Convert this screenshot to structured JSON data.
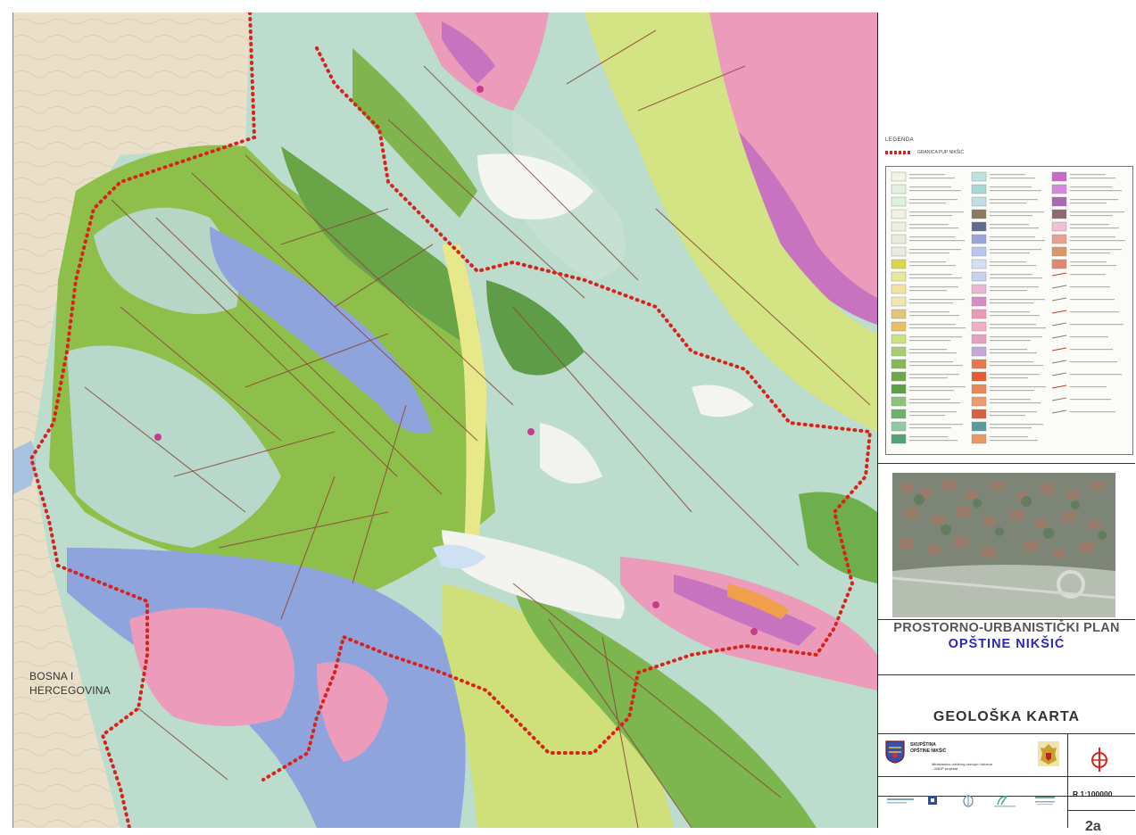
{
  "map": {
    "labels": {
      "country": "BOSNA I",
      "country_line2": "HERCEGOVINA"
    },
    "colors": {
      "background": "#eadfc8",
      "pale_blue_green": "#bcdccd",
      "green": "#8fbf4b",
      "dark_green": "#69a447",
      "yellow_green": "#cfe07a",
      "yellow": "#e7e88a",
      "blue": "#8fa4dc",
      "pink": "#ec9cba",
      "magenta": "#c873c0",
      "boundary": "#d8231c",
      "faults": "#8a4a3a"
    }
  },
  "panel": {
    "legend": {
      "title": "LEGENDA",
      "boundary_label": "GRANICA PUP NIKŠIĆ",
      "swatch_colors": [
        "#f4f3e4",
        "#e4efe0",
        "#dfeede",
        "#f2f0e0",
        "#f0eedc",
        "#ecebd8",
        "#eaeae0",
        "#d8d84a",
        "#e8e89a",
        "#efe4a5",
        "#f2e6b2",
        "#e3c57b",
        "#e8c060",
        "#cfe085",
        "#a8cc74",
        "#87b858",
        "#6ea84a",
        "#5d9e4a",
        "#8cc47c",
        "#6cb06c",
        "#94c8a4",
        "#54a07c"
      ],
      "swatch_colors_col2": [
        "#bde3e0",
        "#a8d8d4",
        "#c3dde4",
        "#8a7a62",
        "#5d6b8c",
        "#9aa6d8",
        "#b8c6ee",
        "#d4def4",
        "#c9d1ee",
        "#e8b8d4",
        "#d88cc4",
        "#e89ab8",
        "#f0b0c8",
        "#e6a0c0",
        "#c4a8d8",
        "#e8784a",
        "#e85a30",
        "#e88858",
        "#f09a6a",
        "#d86040",
        "#5a9a9a",
        "#e89a60"
      ],
      "swatch_colors_col3": [
        "#c86ac8",
        "#d48ad8",
        "#a86ab0",
        "#8c6a74",
        "#f0c0d8",
        "#e8a090",
        "#d8986a",
        "#e08870"
      ]
    },
    "photo_alt": "",
    "plan_title": "PROSTORNO-URBANISTIČKI PLAN",
    "plan_subtitle": "OPŠTINE NIKŠIĆ",
    "map_title": "GEOLOŠKA KARTA",
    "client": {
      "name_line1": "SKUPŠTINA",
      "name_line2": "OPŠTINE NIKŠIĆ",
      "desc_line1": "Ministarstvo održivog razvoja i turizma",
      "desc_line2": "- UNDP projekat"
    },
    "scale": "R 1:100000",
    "sheet_number": "2a"
  }
}
